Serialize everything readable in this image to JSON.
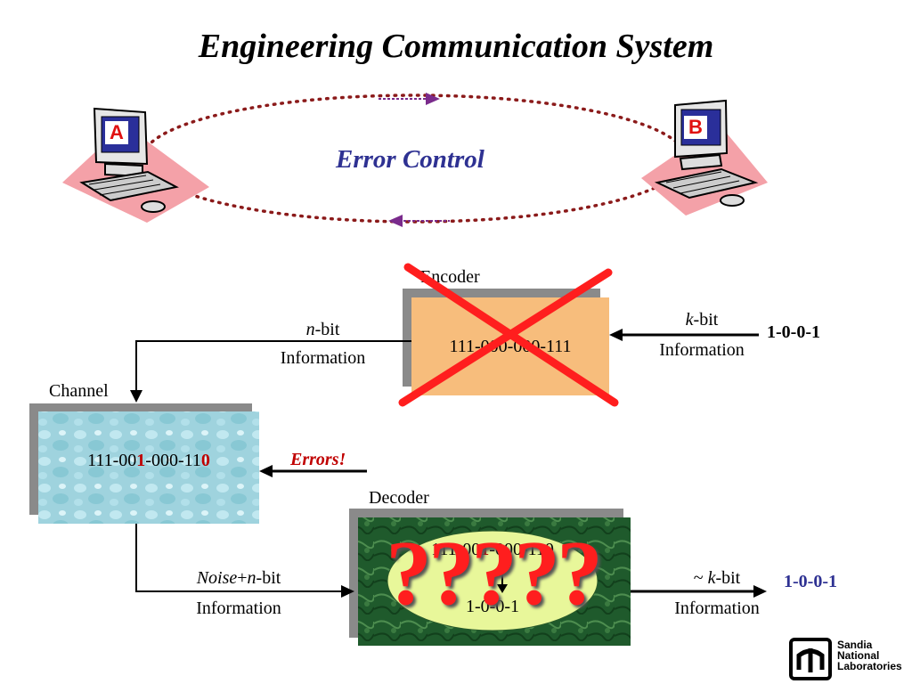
{
  "title": "Engineering Communication System",
  "error_control": "Error Control",
  "computers": {
    "a_label": "A",
    "b_label": "B"
  },
  "encoder": {
    "label": "Encoder",
    "code": "111-000-000-111",
    "input_label_italic": "k",
    "input_label_rest": "-bit",
    "input_label_line2": "Information",
    "input_value": "1-0-0-1",
    "output_label_italic": "n",
    "output_label_rest": "-bit",
    "output_label_line2": "Information"
  },
  "channel": {
    "label": "Channel",
    "code_part1": "111-00",
    "code_err1": "1",
    "code_part2": "-000-11",
    "code_err2": "0",
    "errors_label": "Errors!"
  },
  "decoder": {
    "label": "Decoder",
    "code_part1": "111-00",
    "code_err1": "1",
    "code_part2": "-000-110",
    "decoded": "1-0-0-1",
    "question_marks": "?????",
    "input_label_italic1": "Noise",
    "input_label_plus": "+",
    "input_label_italic2": "n",
    "input_label_rest": "-bit",
    "input_label_line2": "Information",
    "output_label_prefix": "~ ",
    "output_label_italic": "k",
    "output_label_rest": "-bit",
    "output_label_line2": "Information",
    "output_value": "1-0-0-1"
  },
  "logo": {
    "line1": "Sandia",
    "line2": "National",
    "line3": "Laboratories"
  },
  "colors": {
    "accent_blue": "#2e3192",
    "error_red": "#c00000",
    "qmark_red": "#ff1e1e",
    "encoder_fill": "#f7bd7c",
    "decoder_bg": "#1f5a2c",
    "ellipse_fill": "#e8f79a",
    "link_maroon": "#8b1a1a",
    "arrow_purple": "#7a2b8c"
  }
}
